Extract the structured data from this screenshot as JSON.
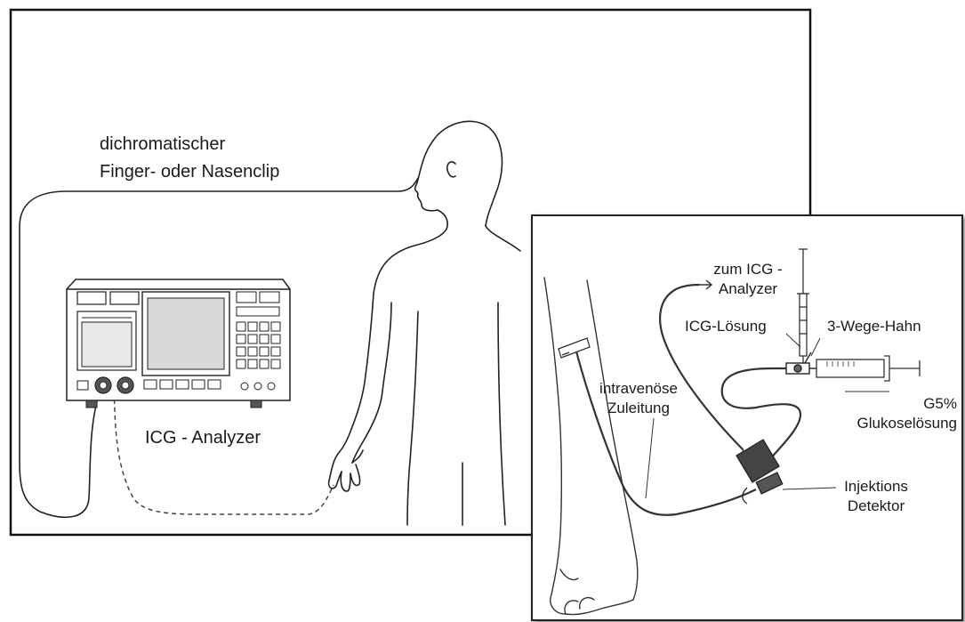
{
  "labels": {
    "clip_line1": "dichromatischer",
    "clip_line2": "Finger- oder Nasenclip",
    "analyzer": "ICG  - Analyzer",
    "to_analyzer_line1": "zum ICG -",
    "to_analyzer_line2": "Analyzer",
    "icg_solution": "ICG-Lösung",
    "three_way_valve": "3-Wege-Hahn",
    "iv_line1": "intravenöse",
    "iv_line2": "Zuleitung",
    "g5_line1": "G5%",
    "g5_line2": "Glukoselösung",
    "injection_line1": "Injektions",
    "injection_line2": "Detektor"
  }
}
